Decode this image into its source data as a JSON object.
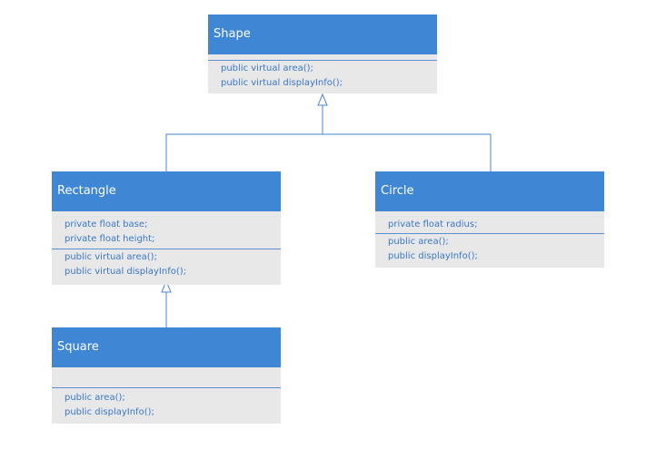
{
  "diagram": {
    "colors": {
      "header_bg": "#3f87d5",
      "header_text": "#ffffff",
      "body_bg": "#e8e8e8",
      "member_text": "#3a78c7",
      "edge": "#4a86cf"
    },
    "classes": {
      "shape": {
        "name": "Shape",
        "attributes": [],
        "methods": [
          "public virtual area();",
          "public virtual displayInfo();"
        ]
      },
      "rectangle": {
        "name": "Rectangle",
        "attributes": [
          "private float base;",
          "private float height;"
        ],
        "methods": [
          "public virtual area();",
          "public virtual displayInfo();"
        ]
      },
      "circle": {
        "name": "Circle",
        "attributes": [
          "private float radius;"
        ],
        "methods": [
          "public area();",
          "public displayInfo();"
        ]
      },
      "square": {
        "name": "Square",
        "attributes": [],
        "methods": [
          "public area();",
          "public displayInfo();"
        ]
      }
    },
    "relationships": [
      {
        "from": "Rectangle",
        "to": "Shape",
        "type": "inheritance"
      },
      {
        "from": "Circle",
        "to": "Shape",
        "type": "inheritance"
      },
      {
        "from": "Square",
        "to": "Rectangle",
        "type": "inheritance"
      }
    ]
  }
}
